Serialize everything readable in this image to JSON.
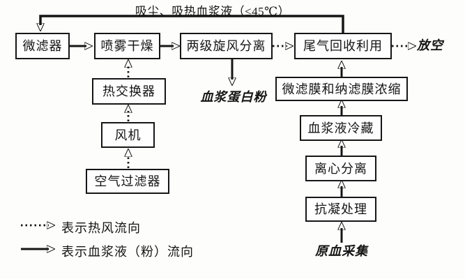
{
  "diagram": {
    "top_flow_label": "吸尘、吸热血浆液（≤45℃）",
    "boxes": {
      "micro_filter": "微滤器",
      "spray_dryer": "喷雾干燥",
      "cyclone_separator": "两级旋风分离",
      "tail_gas_recovery": "尾气回收利用",
      "heat_exchanger": "热交换器",
      "fan": "风机",
      "air_filter": "空气过滤器",
      "membrane_concentration": "微滤膜和纳滤膜浓缩",
      "plasma_cold_storage": "血浆液冷藏",
      "centrifugal_separation": "离心分离",
      "anticoagulation_treatment": "抗凝处理"
    },
    "terminals": {
      "vent": "放空",
      "plasma_protein_powder": "血浆蛋白粉",
      "raw_blood_collection": "原血采集"
    },
    "legend": {
      "hot_air": "表示热风流向",
      "plasma_flow": "表示血浆液（粉）流向"
    },
    "colors": {
      "ink": "#161616",
      "paper": "#fdfdfc"
    }
  }
}
